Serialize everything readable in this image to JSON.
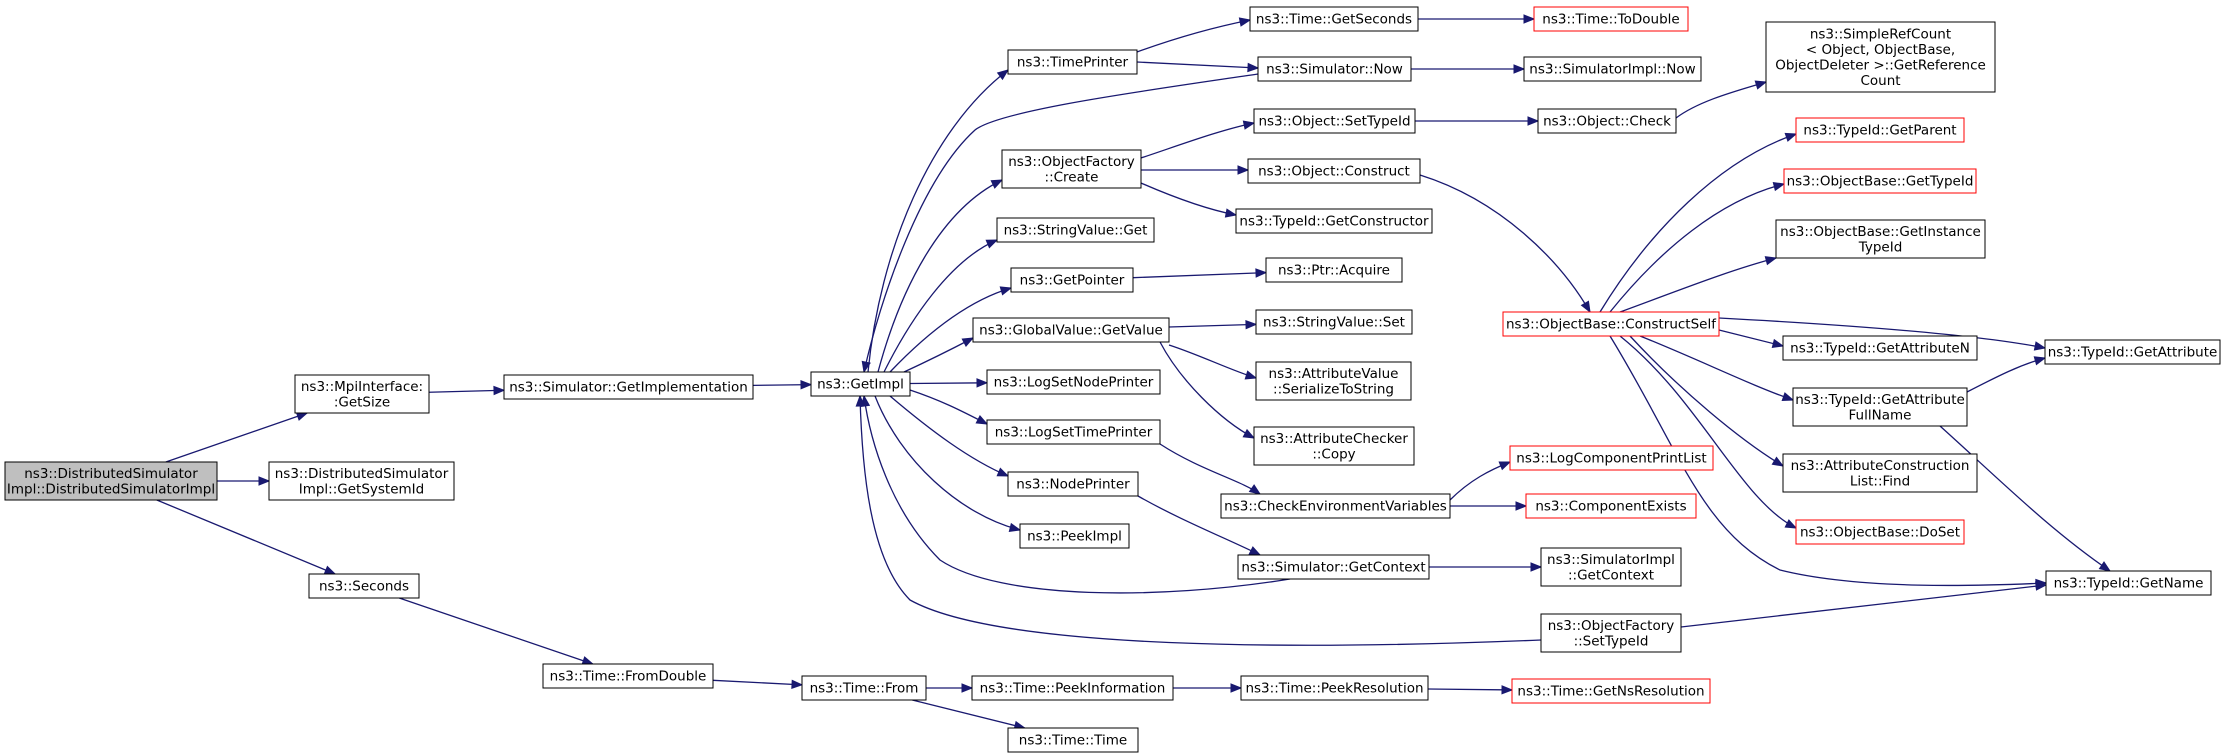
{
  "colors": {
    "edge": "#191970",
    "node_border": "#000000",
    "truncated_border": "#ff0000",
    "root_fill": "#bfbfbf"
  },
  "nodes": {
    "root": {
      "lines": [
        "ns3::DistributedSimulator",
        "Impl::DistributedSimulatorImpl"
      ]
    },
    "mpi_getsize": {
      "lines": [
        "ns3::MpiInterface:",
        ":GetSize"
      ]
    },
    "getsystemid": {
      "lines": [
        "ns3::DistributedSimulator",
        "Impl::GetSystemId"
      ]
    },
    "seconds": {
      "lines": [
        "ns3::Seconds"
      ]
    },
    "getimplementation": {
      "lines": [
        "ns3::Simulator::GetImplementation"
      ]
    },
    "fromdouble": {
      "lines": [
        "ns3::Time::FromDouble"
      ]
    },
    "getimpl": {
      "lines": [
        "ns3::GetImpl"
      ]
    },
    "time_from": {
      "lines": [
        "ns3::Time::From"
      ]
    },
    "timeprinter": {
      "lines": [
        "ns3::TimePrinter"
      ]
    },
    "objfactory_create": {
      "lines": [
        "ns3::ObjectFactory",
        "::Create"
      ]
    },
    "stringvalue_get": {
      "lines": [
        "ns3::StringValue::Get"
      ]
    },
    "getpointer": {
      "lines": [
        "ns3::GetPointer"
      ]
    },
    "globalvalue_getvalue": {
      "lines": [
        "ns3::GlobalValue::GetValue"
      ]
    },
    "logsetnodeprinter": {
      "lines": [
        "ns3::LogSetNodePrinter"
      ]
    },
    "logsettimeprinter": {
      "lines": [
        "ns3::LogSetTimePrinter"
      ]
    },
    "nodeprinter": {
      "lines": [
        "ns3::NodePrinter"
      ]
    },
    "peekimpl": {
      "lines": [
        "ns3::PeekImpl"
      ]
    },
    "peekinformation": {
      "lines": [
        "ns3::Time::PeekInformation"
      ]
    },
    "time_time": {
      "lines": [
        "ns3::Time::Time"
      ]
    },
    "getseconds": {
      "lines": [
        "ns3::Time::GetSeconds"
      ]
    },
    "simulator_now": {
      "lines": [
        "ns3::Simulator::Now"
      ]
    },
    "object_settypeid": {
      "lines": [
        "ns3::Object::SetTypeId"
      ]
    },
    "object_construct": {
      "lines": [
        "ns3::Object::Construct"
      ]
    },
    "typeid_getconstructor": {
      "lines": [
        "ns3::TypeId::GetConstructor"
      ]
    },
    "ptr_acquire": {
      "lines": [
        "ns3::Ptr::Acquire"
      ]
    },
    "stringvalue_set": {
      "lines": [
        "ns3::StringValue::Set"
      ]
    },
    "attrvalue_serialize": {
      "lines": [
        "ns3::AttributeValue",
        "::SerializeToString"
      ]
    },
    "attrchecker_copy": {
      "lines": [
        "ns3::AttributeChecker",
        "::Copy"
      ]
    },
    "checkenv": {
      "lines": [
        "ns3::CheckEnvironmentVariables"
      ]
    },
    "simulator_getcontext": {
      "lines": [
        "ns3::Simulator::GetContext"
      ]
    },
    "peekresolution": {
      "lines": [
        "ns3::Time::PeekResolution"
      ]
    },
    "todouble": {
      "lines": [
        "ns3::Time::ToDouble"
      ]
    },
    "simimpl_now": {
      "lines": [
        "ns3::SimulatorImpl::Now"
      ]
    },
    "object_check": {
      "lines": [
        "ns3::Object::Check"
      ]
    },
    "constructself": {
      "lines": [
        "ns3::ObjectBase::ConstructSelf"
      ]
    },
    "logcomponentprintlist": {
      "lines": [
        "ns3::LogComponentPrintList"
      ]
    },
    "componentexists": {
      "lines": [
        "ns3::ComponentExists"
      ]
    },
    "simimpl_getcontext": {
      "lines": [
        "ns3::SimulatorImpl",
        "::GetContext"
      ]
    },
    "objfactory_settypeid": {
      "lines": [
        "ns3::ObjectFactory",
        "::SetTypeId"
      ]
    },
    "getnsresolution": {
      "lines": [
        "ns3::Time::GetNsResolution"
      ]
    },
    "simplerefcount": {
      "lines": [
        "ns3::SimpleRefCount",
        "< Object, ObjectBase,",
        "ObjectDeleter >::GetReference",
        "Count"
      ]
    },
    "typeid_getparent": {
      "lines": [
        "ns3::TypeId::GetParent"
      ]
    },
    "objbase_gettypeid": {
      "lines": [
        "ns3::ObjectBase::GetTypeId"
      ]
    },
    "objbase_getinstancetypeid": {
      "lines": [
        "ns3::ObjectBase::GetInstance",
        "TypeId"
      ]
    },
    "typeid_getattributen": {
      "lines": [
        "ns3::TypeId::GetAttributeN"
      ]
    },
    "typeid_getattributefullname": {
      "lines": [
        "ns3::TypeId::GetAttribute",
        "FullName"
      ]
    },
    "attrconstructionlist_find": {
      "lines": [
        "ns3::AttributeConstruction",
        "List::Find"
      ]
    },
    "objbase_doset": {
      "lines": [
        "ns3::ObjectBase::DoSet"
      ]
    },
    "typeid_getattribute": {
      "lines": [
        "ns3::TypeId::GetAttribute"
      ]
    },
    "typeid_getname": {
      "lines": [
        "ns3::TypeId::GetName"
      ]
    }
  }
}
